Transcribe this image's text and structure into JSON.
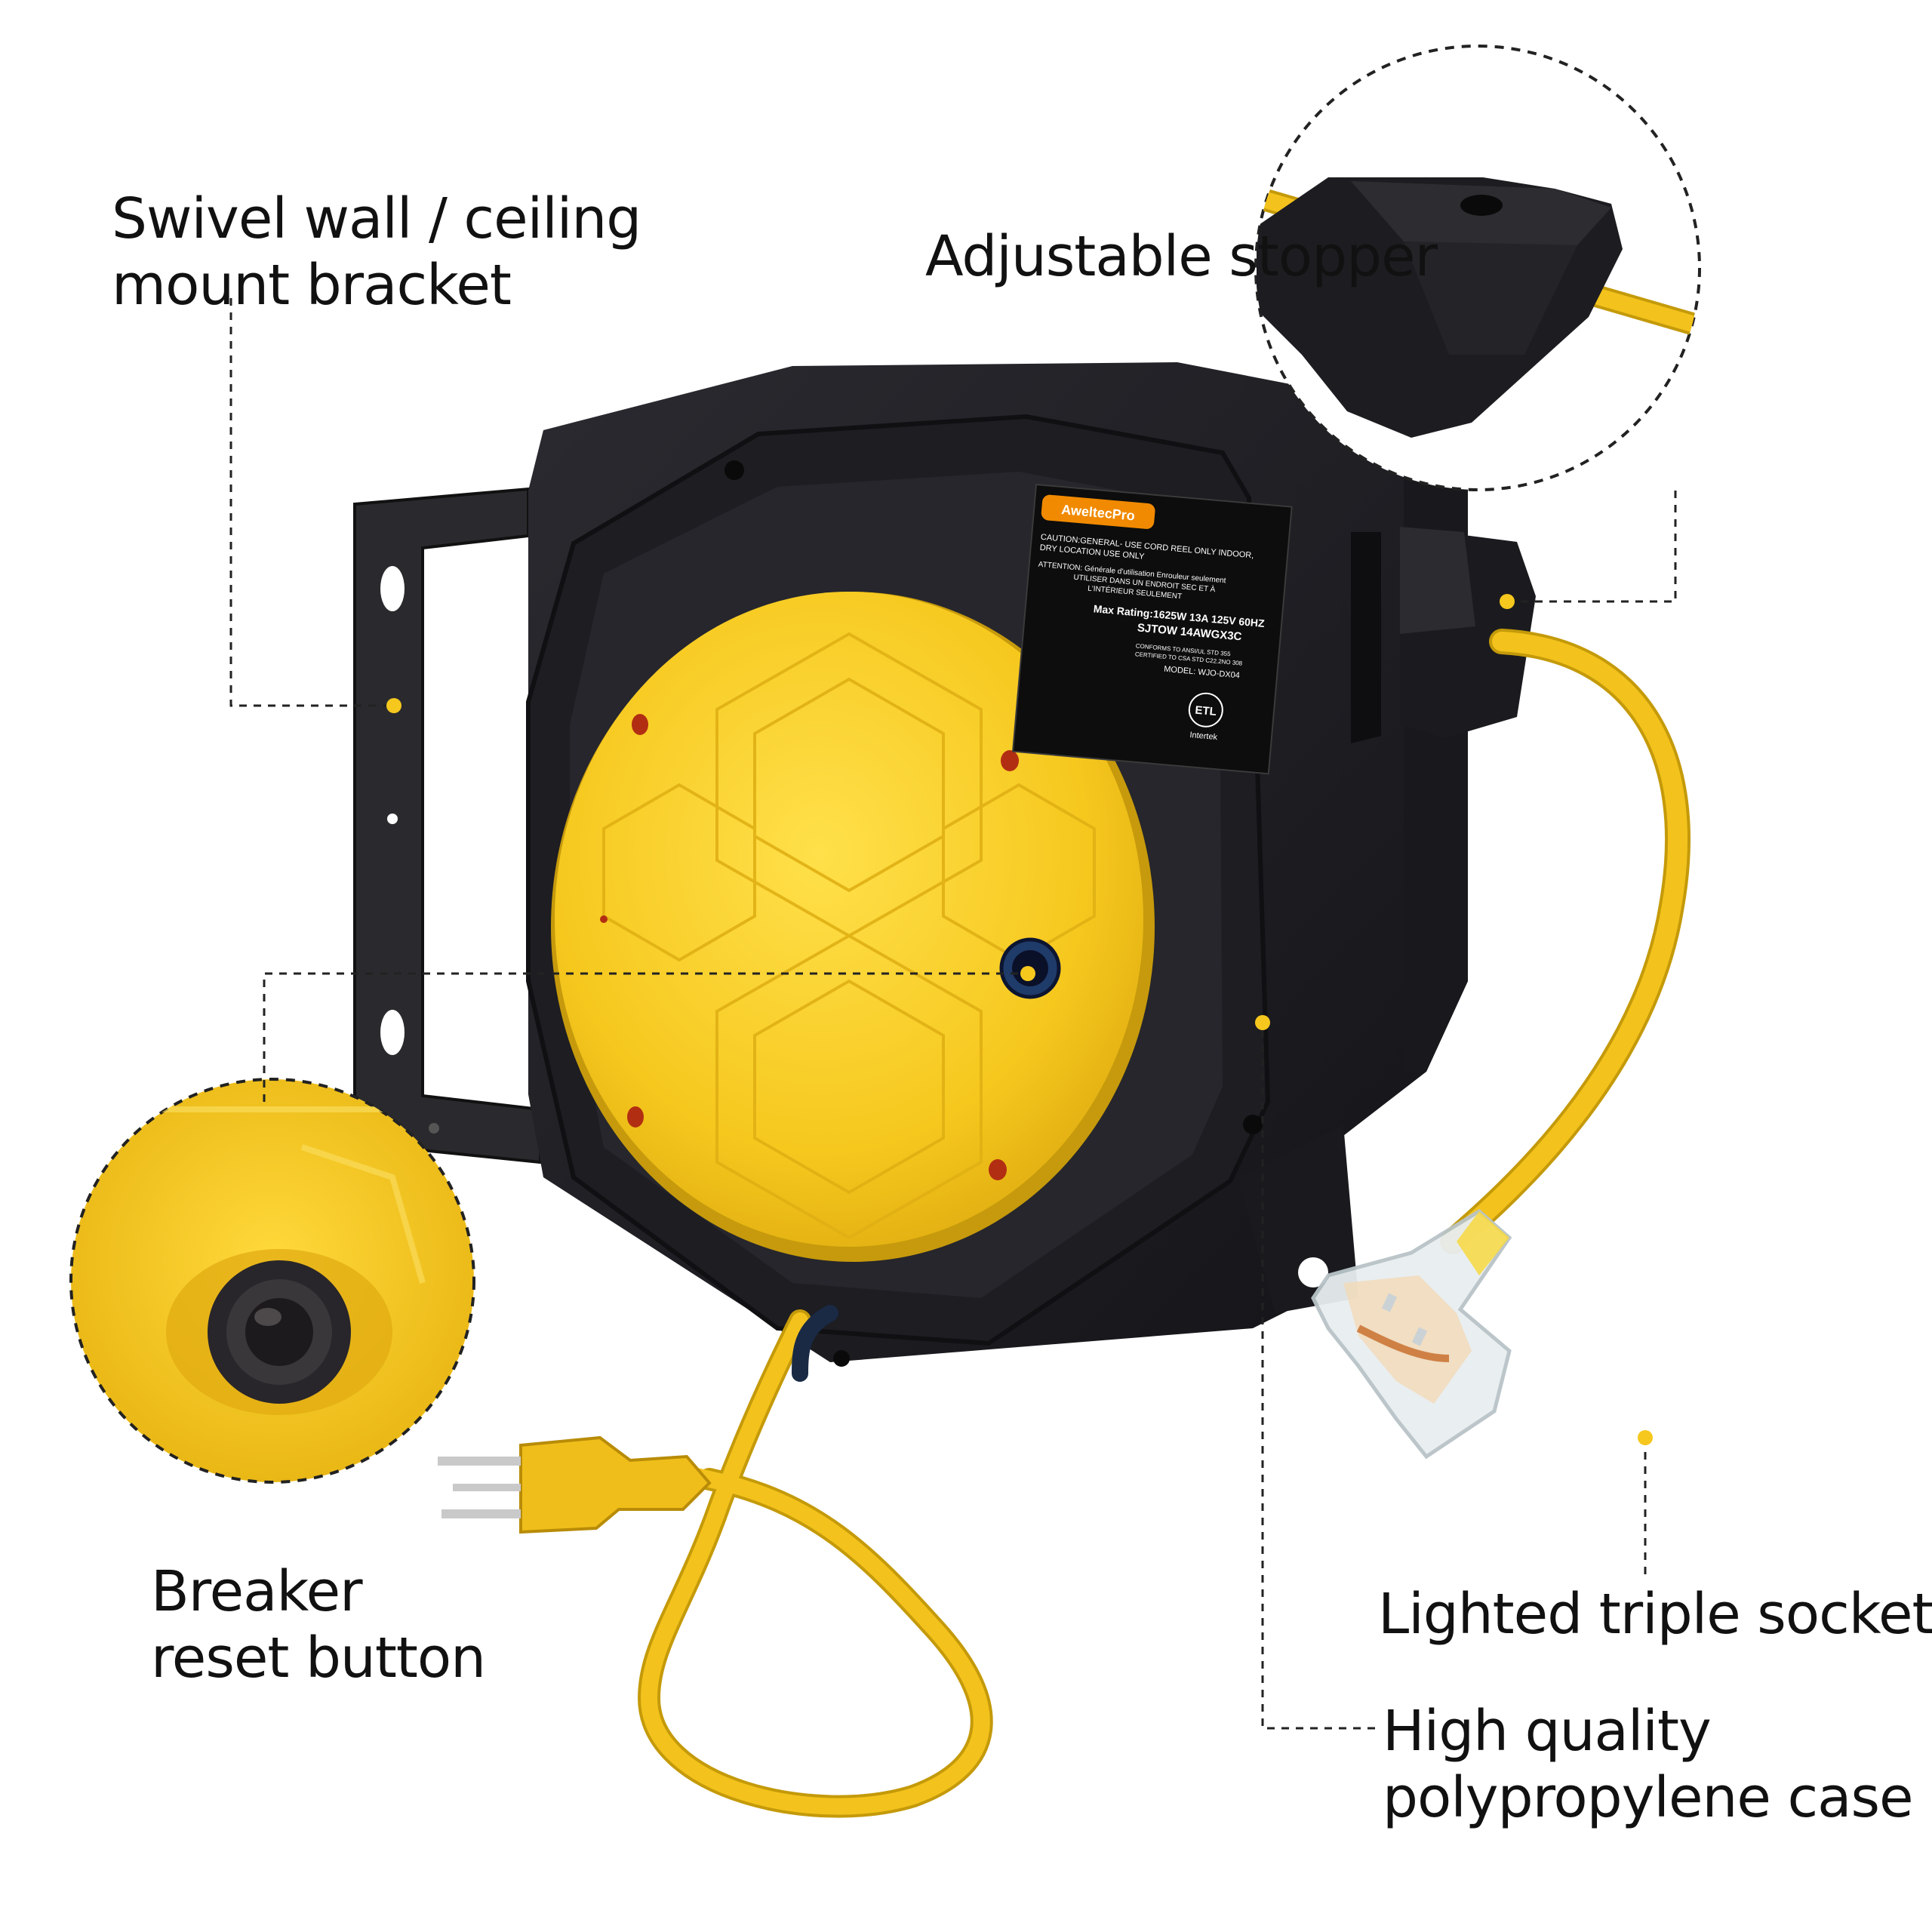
{
  "callouts": {
    "swivel": [
      "Swivel wall / ceiling",
      "mount bracket"
    ],
    "stopper": "Adjustable stopper",
    "breaker": [
      "Breaker",
      "reset button"
    ],
    "socket": "Lighted triple socket",
    "case": [
      "High quality",
      "polypropylene case"
    ]
  },
  "label": {
    "brand": "AweltecPro",
    "caution": [
      "CAUTION:GENERAL- USE CORD REEL ONLY INDOOR,",
      "DRY LOCATION USE ONLY"
    ],
    "attention": [
      "ATTENTION: Générale d'utilisation Enrouleur seulement",
      "UTILISER DANS UN ENDROIT SEC ET À",
      "L'INTÉRIEUR SEULEMENT"
    ],
    "rating": "Max Rating:1625W 13A 125V 60HZ",
    "cable": "SJTOW 14AWGX3C",
    "conforms": [
      "CONFORMS TO ANSI/UL STD 355",
      "CERTIFIED TO CSA STD C22.2NO 308"
    ],
    "model": "MODEL: WJO-DX04",
    "etl": "ETL",
    "intertek": "Intertek"
  },
  "colors": {
    "accent_yellow": "#f6c81e",
    "cord_yellow": "#f3c21c",
    "case_black": "#1c1c20",
    "ring_black": "#26262c",
    "bracket_black": "#2a2a2e"
  },
  "icons": [
    "mount-bracket-icon",
    "cord-stopper-icon",
    "reset-button-icon",
    "triple-socket-icon",
    "plug-icon"
  ]
}
